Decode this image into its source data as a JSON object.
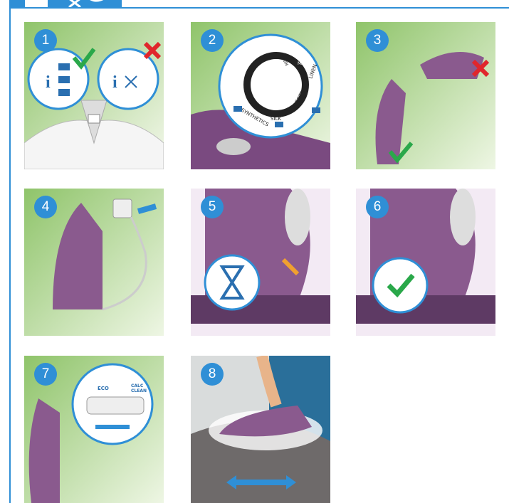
{
  "header": {
    "icon": "no-scissors-icon"
  },
  "steps": [
    {
      "number": "1",
      "icons": [
        "check-icon",
        "cross-icon",
        "info-icon",
        "iron-icon"
      ]
    },
    {
      "number": "2",
      "dial": {
        "labels": [
          "SYNTHETICS",
          "SILK",
          "COTTON",
          "LINEN",
          "MAX",
          "MIN"
        ]
      }
    },
    {
      "number": "3",
      "icons": [
        "cross-icon",
        "check-icon"
      ]
    },
    {
      "number": "4",
      "icons": [
        "plug-icon",
        "arrow-icon"
      ]
    },
    {
      "number": "5",
      "icons": [
        "hourglass-icon"
      ]
    },
    {
      "number": "6",
      "icons": [
        "check-icon"
      ]
    },
    {
      "number": "7",
      "controls": {
        "labels": [
          "ECO",
          "CALC",
          "CLEAN"
        ]
      }
    },
    {
      "number": "8",
      "icons": [
        "double-arrow-icon"
      ]
    }
  ],
  "colors": {
    "accent": "#2f8fd6",
    "check": "#2aa84a",
    "cross": "#e0262c",
    "iron": "#8a5a8e"
  }
}
